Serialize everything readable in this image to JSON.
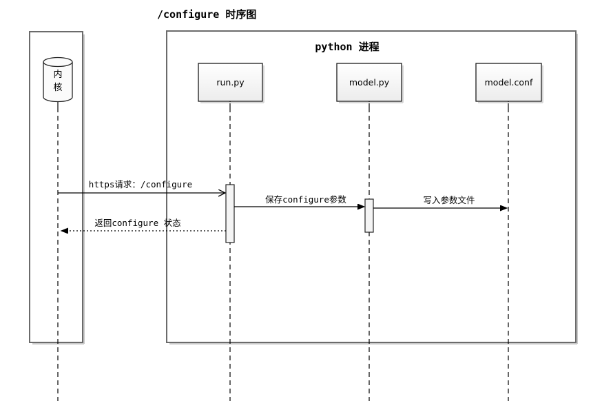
{
  "diagram": {
    "title": "/configure 时序图",
    "frame": {
      "label": "python 进程"
    },
    "actor": {
      "name": "内核",
      "line1": "内",
      "line2": "核",
      "shape": "database-cylinder"
    },
    "participants": [
      {
        "label": "run.py"
      },
      {
        "label": "model.py"
      },
      {
        "label": "model.conf"
      }
    ],
    "messages": [
      {
        "label": "https请求：/configure",
        "from": "内核",
        "to": "run.py",
        "line": "solid",
        "arrow": "open"
      },
      {
        "label": "保存configure参数",
        "from": "run.py",
        "to": "model.py",
        "line": "solid",
        "arrow": "filled"
      },
      {
        "label": "写入参数文件",
        "from": "model.py",
        "to": "model.conf",
        "line": "solid",
        "arrow": "filled"
      },
      {
        "label": "返回configure 状态",
        "from": "run.py",
        "to": "内核",
        "line": "dotted",
        "arrow": "filled"
      }
    ],
    "colors": {
      "background": "#ffffff",
      "frame_border": "#6b6b6b",
      "shape_border": "#1a1a1a",
      "shape_fill": "#f4f4f4",
      "text": "#000000"
    }
  }
}
